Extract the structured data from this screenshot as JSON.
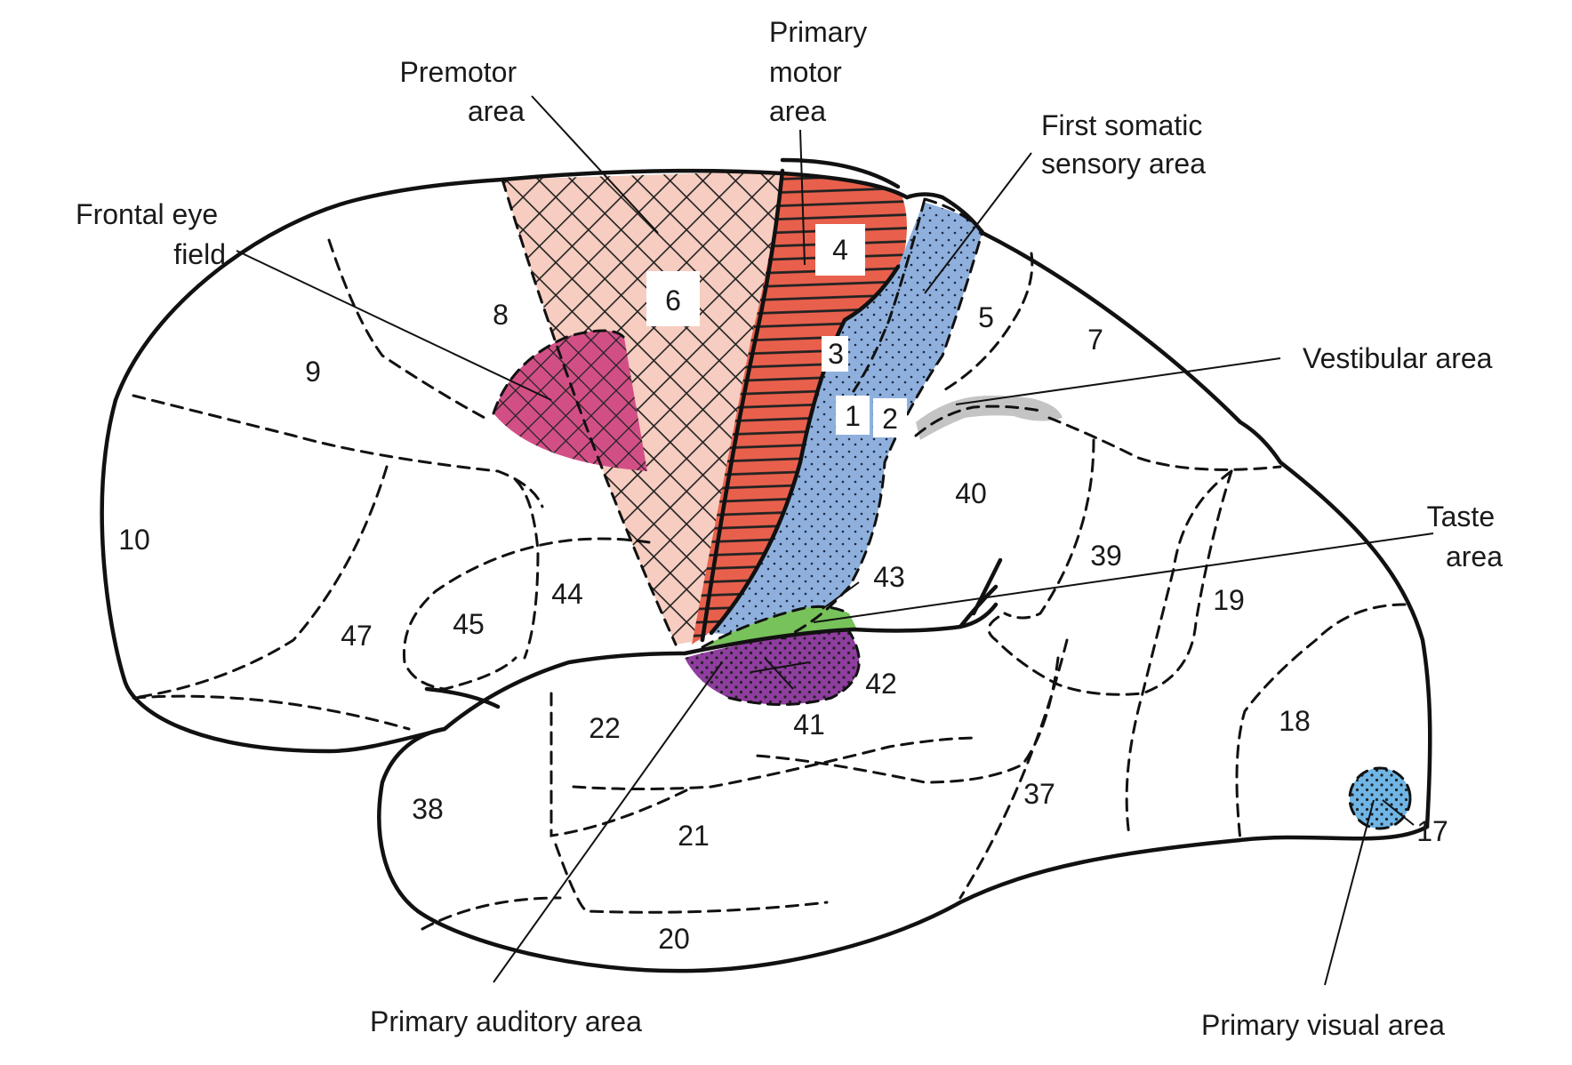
{
  "labels": {
    "premotor": [
      "Premotor",
      "area"
    ],
    "primary_motor": [
      "Primary",
      "motor",
      "area"
    ],
    "first_somatic": [
      "First somatic",
      "sensory area"
    ],
    "frontal_eye": [
      "Frontal eye",
      "field"
    ],
    "vestibular": "Vestibular area",
    "taste": [
      "Taste",
      "area"
    ],
    "primary_auditory": "Primary auditory area",
    "primary_visual": "Primary visual area"
  },
  "areas": {
    "a1": "1",
    "a2": "2",
    "a3": "3",
    "a4": "4",
    "a5": "5",
    "a6": "6",
    "a7": "7",
    "a8": "8",
    "a9": "9",
    "a10": "10",
    "a17": "17",
    "a18": "18",
    "a19": "19",
    "a20": "20",
    "a21": "21",
    "a22": "22",
    "a37": "37",
    "a38": "38",
    "a39": "39",
    "a40": "40",
    "a41": "41",
    "a42": "42",
    "a43": "43",
    "a44": "44",
    "a45": "45",
    "a47": "47"
  },
  "colors": {
    "premotor": "#f6cdc0",
    "motor": "#e8604c",
    "somatic": "#8fb0dd",
    "frontal_eye": "#d24f86",
    "taste": "#77c25a",
    "auditory": "#8f3d9f",
    "visual": "#6fb6e6",
    "vestibular": "#c4c4c4"
  }
}
